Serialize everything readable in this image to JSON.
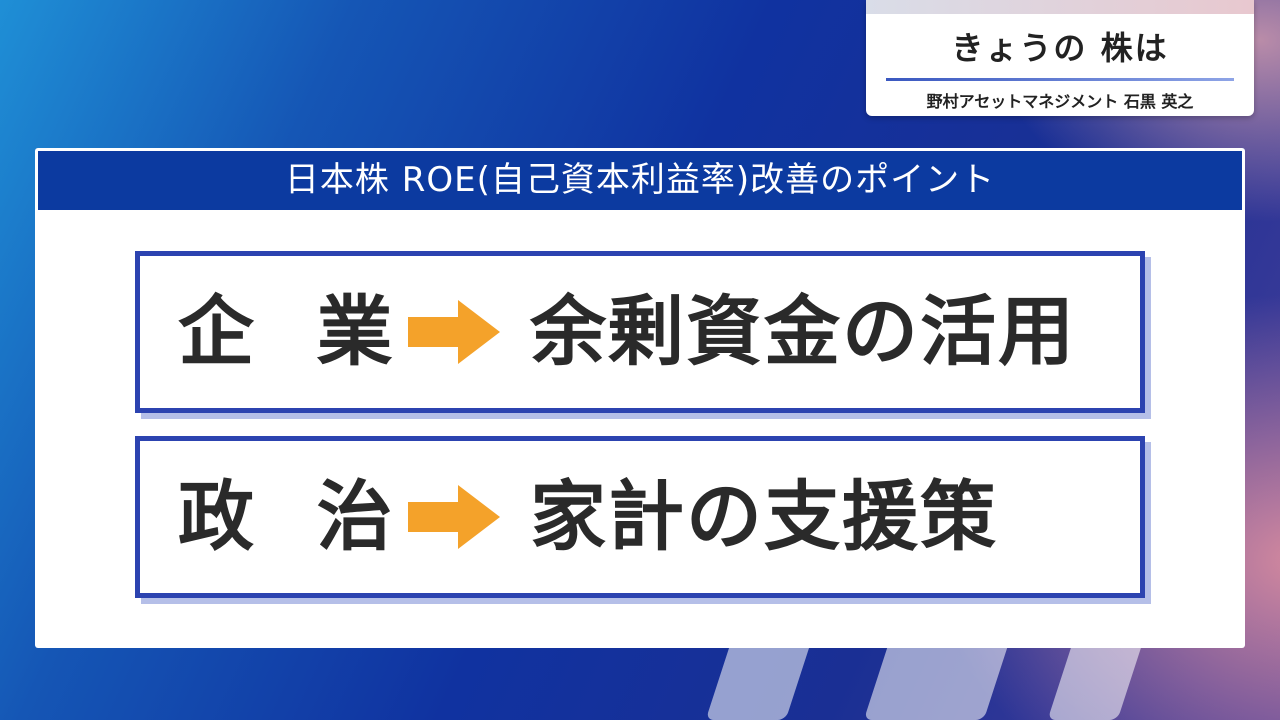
{
  "program": {
    "title": "きょうの 株は",
    "subtitle": "野村アセットマネジメント 石黒 英之"
  },
  "slide": {
    "header": "日本株 ROE(自己資本利益率)改善のポイント",
    "points": [
      {
        "label": "企 業",
        "value": "余剰資金の活用"
      },
      {
        "label": "政 治",
        "value": "家計の支援策"
      }
    ]
  },
  "colors": {
    "header_bg": "#0c3aa0",
    "box_border": "#2c43b0",
    "arrow": "#f4a22a",
    "text": "#2a2a2a"
  },
  "icons": {
    "arrow": "arrow-right-icon",
    "watermark": "watermark-logo"
  }
}
